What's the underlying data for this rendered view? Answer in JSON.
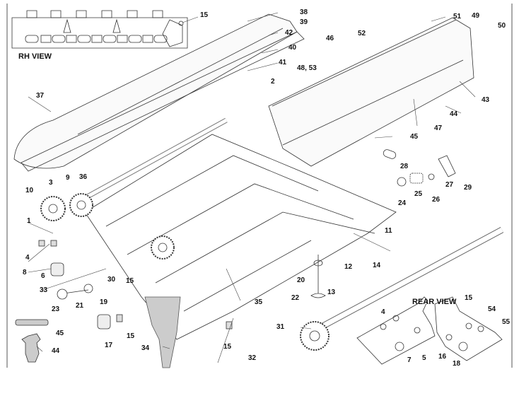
{
  "diagram": {
    "type": "exploded-parts-diagram",
    "subject": "engine cylinder head assembly",
    "view_titles": {
      "rh_view": "RH VIEW",
      "rear_view": "REAR VIEW"
    },
    "labels": [
      {
        "id": "l15a",
        "text": "15"
      },
      {
        "id": "l38",
        "text": "38"
      },
      {
        "id": "l39",
        "text": "39"
      },
      {
        "id": "l42",
        "text": "42"
      },
      {
        "id": "l40",
        "text": "40"
      },
      {
        "id": "l41",
        "text": "41"
      },
      {
        "id": "l37",
        "text": "37"
      },
      {
        "id": "l46",
        "text": "46"
      },
      {
        "id": "l52",
        "text": "52"
      },
      {
        "id": "l51",
        "text": "51"
      },
      {
        "id": "l49",
        "text": "49"
      },
      {
        "id": "l50",
        "text": "50"
      },
      {
        "id": "l48_53",
        "text": "48,  53"
      },
      {
        "id": "l2",
        "text": "2"
      },
      {
        "id": "l43",
        "text": "43"
      },
      {
        "id": "l44a",
        "text": "44"
      },
      {
        "id": "l47",
        "text": "47"
      },
      {
        "id": "l45a",
        "text": "45"
      },
      {
        "id": "l28",
        "text": "28"
      },
      {
        "id": "l27",
        "text": "27"
      },
      {
        "id": "l29",
        "text": "29"
      },
      {
        "id": "l25",
        "text": "25"
      },
      {
        "id": "l26",
        "text": "26"
      },
      {
        "id": "l24",
        "text": "24"
      },
      {
        "id": "l11",
        "text": "11"
      },
      {
        "id": "l9",
        "text": "9"
      },
      {
        "id": "l36",
        "text": "36"
      },
      {
        "id": "l3",
        "text": "3"
      },
      {
        "id": "l10",
        "text": "10"
      },
      {
        "id": "l1",
        "text": "1"
      },
      {
        "id": "l4a",
        "text": "4"
      },
      {
        "id": "l8",
        "text": "8"
      },
      {
        "id": "l6",
        "text": "6"
      },
      {
        "id": "l30",
        "text": "30"
      },
      {
        "id": "l15b",
        "text": "15"
      },
      {
        "id": "l33",
        "text": "33"
      },
      {
        "id": "l23",
        "text": "23"
      },
      {
        "id": "l21",
        "text": "21"
      },
      {
        "id": "l19",
        "text": "19"
      },
      {
        "id": "l35",
        "text": "35"
      },
      {
        "id": "l20",
        "text": "20"
      },
      {
        "id": "l22",
        "text": "22"
      },
      {
        "id": "l12",
        "text": "12"
      },
      {
        "id": "l14",
        "text": "14"
      },
      {
        "id": "l13",
        "text": "13"
      },
      {
        "id": "l31",
        "text": "31"
      },
      {
        "id": "l45b",
        "text": "45"
      },
      {
        "id": "l44b",
        "text": "44"
      },
      {
        "id": "l17",
        "text": "17"
      },
      {
        "id": "l15c",
        "text": "15"
      },
      {
        "id": "l34",
        "text": "34"
      },
      {
        "id": "l15d",
        "text": "15"
      },
      {
        "id": "l32",
        "text": "32"
      },
      {
        "id": "l4b",
        "text": "4"
      },
      {
        "id": "l7",
        "text": "7"
      },
      {
        "id": "l5",
        "text": "5"
      },
      {
        "id": "l16",
        "text": "16"
      },
      {
        "id": "l18",
        "text": "18"
      },
      {
        "id": "l15e",
        "text": "15"
      },
      {
        "id": "l54",
        "text": "54"
      },
      {
        "id": "l55",
        "text": "55"
      }
    ]
  }
}
